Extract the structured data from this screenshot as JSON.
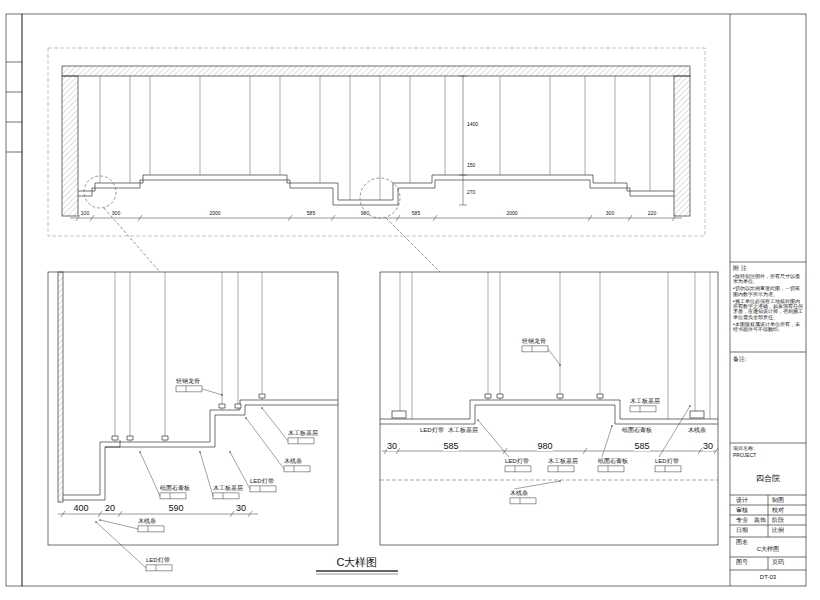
{
  "diagram": {
    "caption": "C大样图",
    "labels": [
      "100",
      "300",
      "2000",
      "585",
      "980",
      "585",
      "2000",
      "300",
      "220",
      "1400",
      "150",
      "270",
      "轻钢龙骨",
      "木工板基层",
      "木线条",
      "LED灯带",
      "纸面石膏板",
      "木工板基层",
      "木线条",
      "LED灯带",
      "400",
      "20",
      "590",
      "30",
      "轻钢龙骨",
      "木工板基层",
      "LED灯带",
      "木工板基层",
      "纸面石膏板",
      "木线条",
      "LED灯带",
      "木工板基层",
      "纸面石膏板",
      "LED灯带",
      "木线条",
      "30",
      "585",
      "980",
      "585",
      "30",
      "附 注",
      "•除特别注明外，所有尺寸以毫米为单位。",
      "•切勿以比例量度此图，一切依图内数字所示为准。",
      "•施工单位必须在工地核对图内所有数字之准确，如发现有任何矛盾，应通知设计师，否则施工单位需负全部责任。",
      "•本图版权属设计单位所有，未经书面许可不得翻印。",
      "备注:",
      "项目名称:",
      "PROJECT",
      "四合院",
      "设计",
      "制图",
      "审核",
      "校对",
      "专业",
      "装饰",
      "阶段",
      "日期",
      "比例",
      "图名",
      "C大样图",
      "图号",
      "页码",
      "DT-03"
    ]
  }
}
